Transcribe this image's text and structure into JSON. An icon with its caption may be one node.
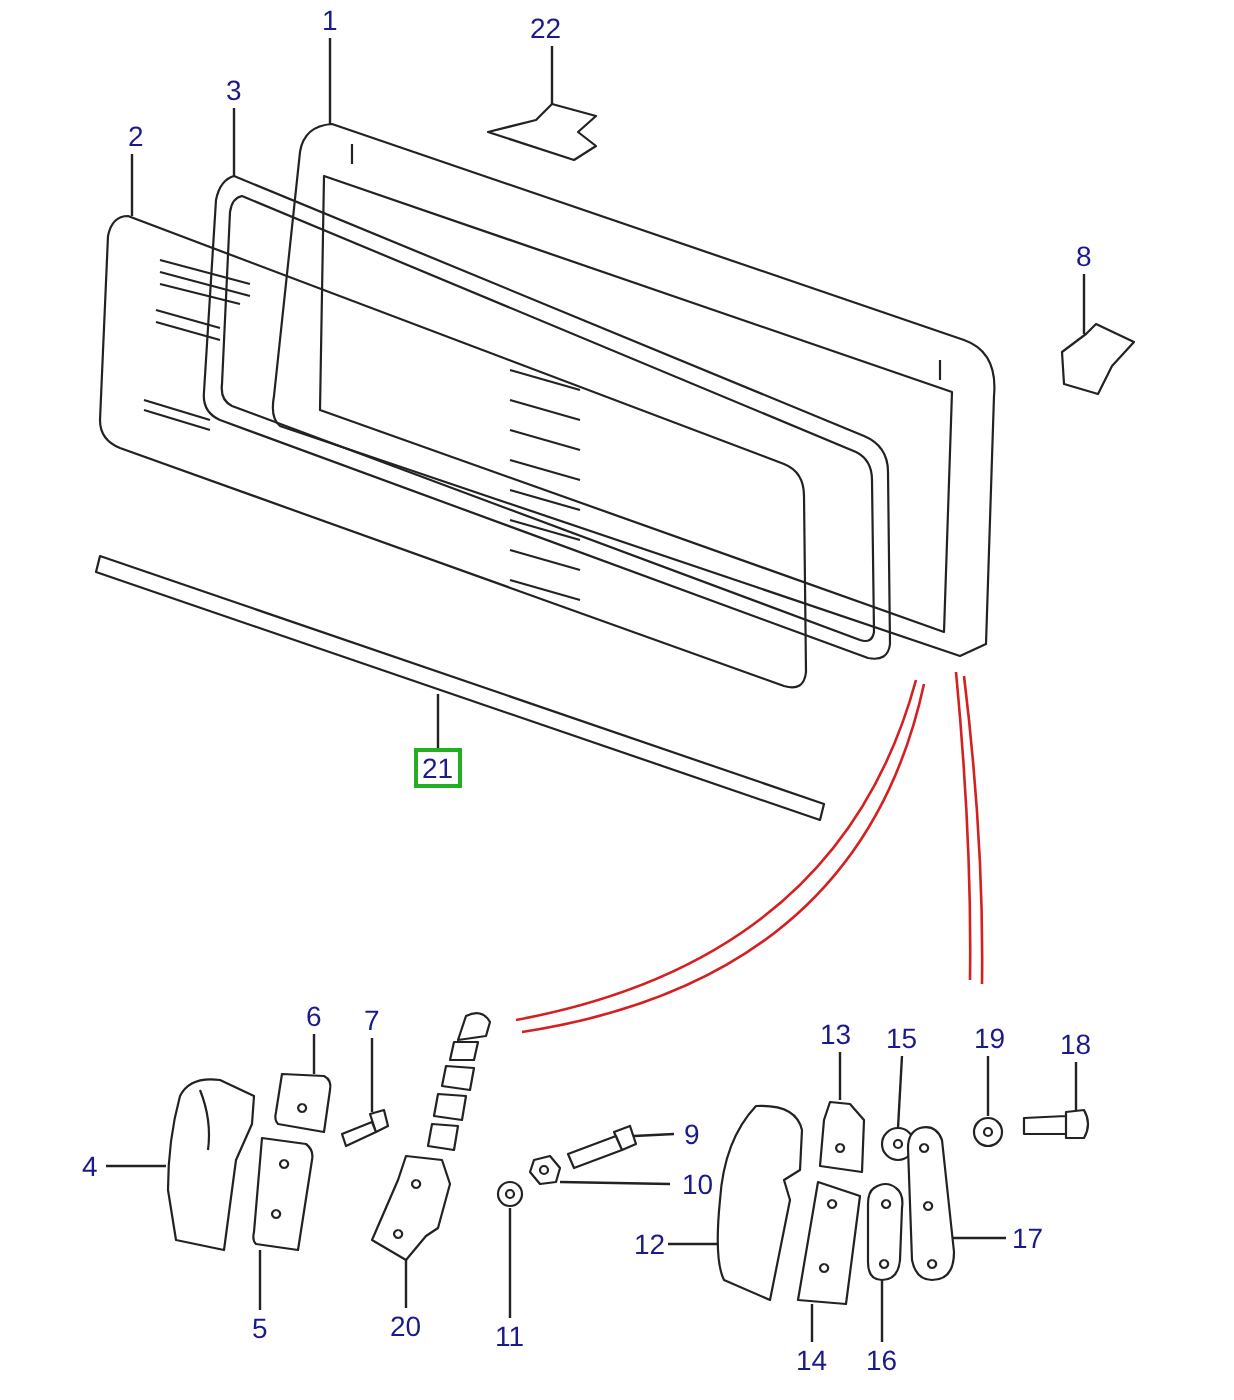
{
  "diagram": {
    "nodes": [
      {
        "text": [
          "1"
        ]
      },
      {
        "text": [
          "22"
        ]
      },
      {
        "text": [
          "3"
        ]
      },
      {
        "text": [
          "2"
        ]
      },
      {
        "text": [
          "8"
        ]
      },
      {
        "text": [
          "21"
        ]
      },
      {
        "text": [
          "6"
        ]
      },
      {
        "text": [
          "7"
        ]
      },
      {
        "text": [
          "13"
        ]
      },
      {
        "text": [
          "15"
        ]
      },
      {
        "text": [
          "19"
        ]
      },
      {
        "text": [
          "18"
        ]
      },
      {
        "text": [
          "9"
        ]
      },
      {
        "text": [
          "4"
        ]
      },
      {
        "text": [
          "10"
        ]
      },
      {
        "text": [
          "17"
        ]
      },
      {
        "text": [
          "12"
        ]
      },
      {
        "text": [
          "5"
        ]
      },
      {
        "text": [
          "20"
        ]
      },
      {
        "text": [
          "11"
        ]
      },
      {
        "text": [
          "14"
        ]
      },
      {
        "text": [
          "16"
        ]
      },
      {
        "text": [],
        "shape": "picture"
      },
      {
        "text": [],
        "shape": "picture"
      },
      {
        "text": [],
        "shape": "picture"
      },
      {
        "text": [],
        "shape": "picture"
      },
      {
        "text": [],
        "shape": "picture"
      },
      {
        "text": [],
        "shape": "picture"
      },
      {
        "text": [],
        "shape": "picture"
      },
      {
        "text": [],
        "shape": "picture"
      },
      {
        "text": [],
        "shape": "picture"
      },
      {
        "text": [],
        "shape": "picture"
      },
      {
        "text": [],
        "shape": "picture"
      },
      {
        "text": [],
        "shape": "picture"
      },
      {
        "text": [],
        "shape": "picture"
      },
      {
        "text": [],
        "shape": "picture"
      },
      {
        "text": [],
        "shape": "picture"
      },
      {
        "text": [],
        "shape": "picture"
      },
      {
        "text": [],
        "shape": "picture"
      },
      {
        "text": [],
        "shape": "picture"
      },
      {
        "text": [],
        "shape": "picture"
      },
      {
        "text": [],
        "shape": "picture"
      },
      {
        "text": [],
        "shape": "picture"
      },
      {
        "text": [],
        "shape": "picture"
      }
    ],
    "edges": [
      {
        "from": 0,
        "to": 22,
        "arrow": "none"
      },
      {
        "from": 1,
        "to": 23,
        "arrow": "none"
      },
      {
        "from": 2,
        "to": 24,
        "arrow": "none"
      },
      {
        "from": 3,
        "to": 25,
        "arrow": "none"
      },
      {
        "from": 4,
        "to": 26,
        "arrow": "none"
      },
      {
        "from": 5,
        "to": 27,
        "arrow": "none"
      },
      {
        "from": 6,
        "to": 28,
        "arrow": "none"
      },
      {
        "from": 7,
        "to": 29,
        "arrow": "none"
      },
      {
        "from": 8,
        "to": 30,
        "arrow": "none"
      },
      {
        "from": 9,
        "to": 31,
        "arrow": "none"
      },
      {
        "from": 10,
        "to": 32,
        "arrow": "none"
      },
      {
        "from": 11,
        "to": 33,
        "arrow": "none"
      },
      {
        "from": 12,
        "to": 34,
        "arrow": "none"
      },
      {
        "from": 13,
        "to": 35,
        "arrow": "none"
      },
      {
        "from": 14,
        "to": 36,
        "arrow": "none"
      },
      {
        "from": 15,
        "to": 37,
        "arrow": "none"
      },
      {
        "from": 16,
        "to": 38,
        "arrow": "none"
      },
      {
        "from": 17,
        "to": 39,
        "arrow": "none"
      },
      {
        "from": 18,
        "to": 40,
        "arrow": "none"
      },
      {
        "from": 19,
        "to": 41,
        "arrow": "none"
      },
      {
        "from": 20,
        "to": 42,
        "arrow": "none"
      },
      {
        "from": 21,
        "to": 43,
        "arrow": "none"
      }
    ]
  }
}
